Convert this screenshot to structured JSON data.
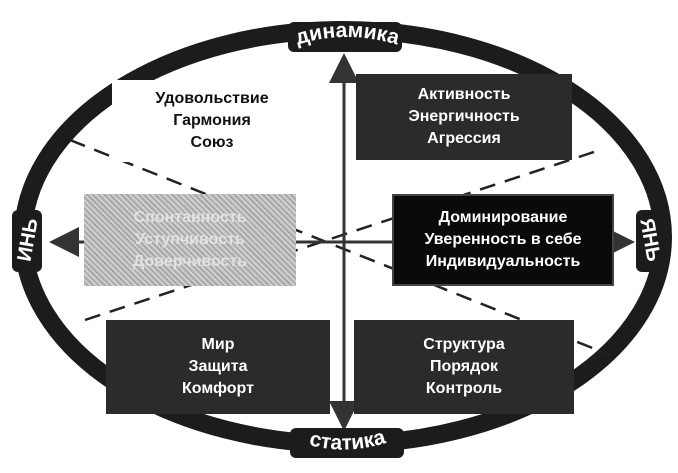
{
  "axis_labels": {
    "top": "динамика",
    "bottom": "статика",
    "left": "ИНЬ",
    "right": "ЯНЬ"
  },
  "quadrants": {
    "top_left": {
      "lines": [
        "Удовольствие",
        "Гармония",
        "Союз"
      ]
    },
    "top_right": {
      "lines": [
        "Активность",
        "Энергичность",
        "Агрессия"
      ]
    },
    "middle_left": {
      "lines": [
        "Спонтанность",
        "Уступчивость",
        "Доверчивость"
      ]
    },
    "middle_right": {
      "lines": [
        "Доминирование",
        "Уверенность в себе",
        "Индивидуальность"
      ]
    },
    "bottom_left": {
      "lines": [
        "Мир",
        "Защита",
        "Комфорт"
      ]
    },
    "bottom_right": {
      "lines": [
        "Структура",
        "Порядок",
        "Контроль"
      ]
    }
  },
  "colors": {
    "ring": "#1c1c1c",
    "dark_box": "#2b2b2b",
    "black_box": "#0a0a0a",
    "grey_box": "#b5b5b5",
    "axis": "#333333"
  }
}
